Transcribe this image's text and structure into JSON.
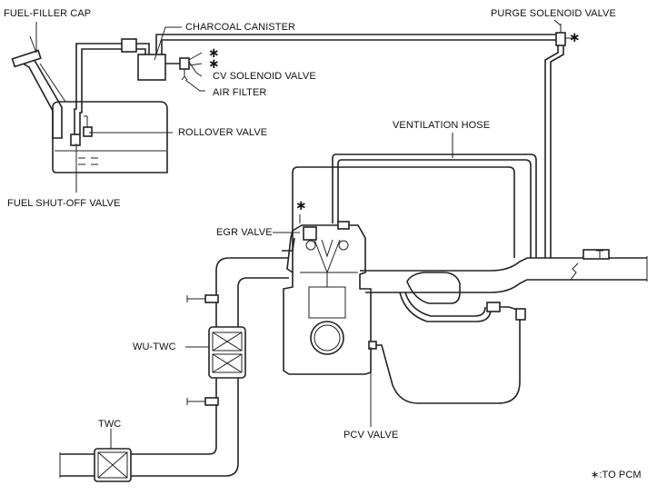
{
  "labels": {
    "fuel_filler_cap": "FUEL-FILLER CAP",
    "charcoal_canister": "CHARCOAL CANISTER",
    "purge_solenoid_valve": "PURGE SOLENOID VALVE",
    "cv_solenoid_valve": "CV SOLENOID VALVE",
    "air_filter": "AIR FILTER",
    "rollover_valve": "ROLLOVER VALVE",
    "ventilation_hose": "VENTILATION HOSE",
    "fuel_shutoff_valve": "FUEL SHUT-OFF VALVE",
    "egr_valve": "EGR VALVE",
    "wu_twc": "WU-TWC",
    "twc": "TWC",
    "pcv_valve": "PCV VALVE",
    "legend": "∗:TO PCM"
  },
  "markers": {
    "to_pcm": "∗"
  }
}
